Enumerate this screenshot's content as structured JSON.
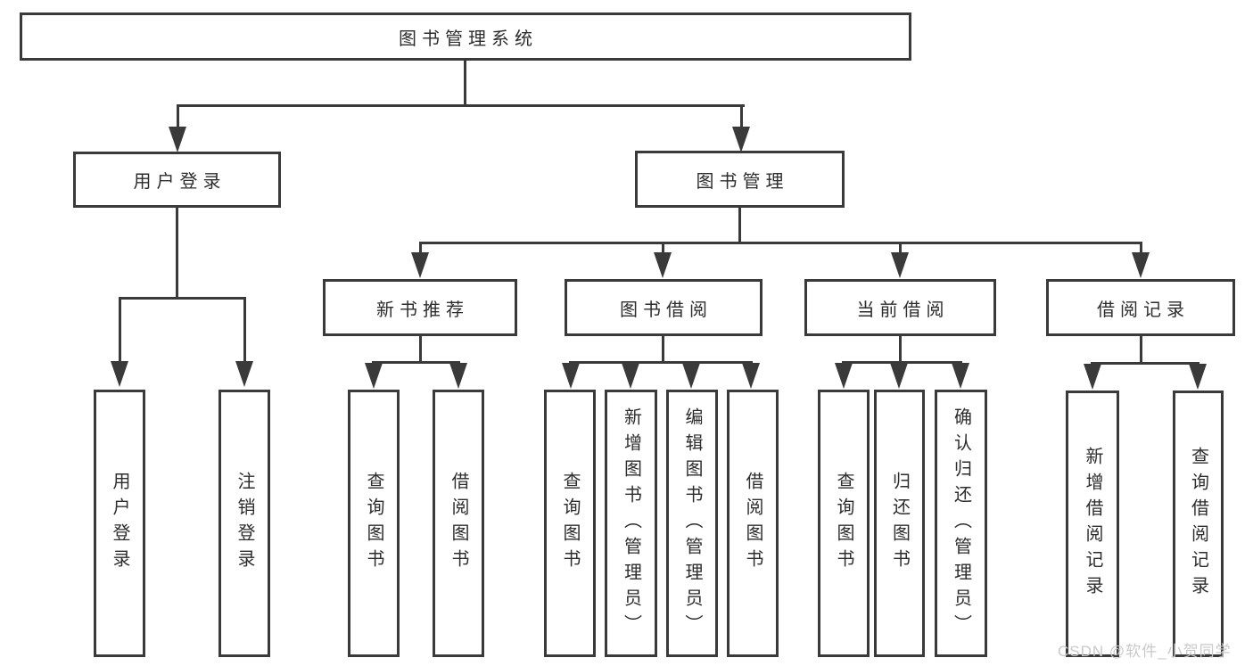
{
  "nodes": {
    "root": "图书管理系统",
    "login": "用户登录",
    "mgmt": "图书管理",
    "rec": "新书推荐",
    "borrow": "图书借阅",
    "current": "当前借阅",
    "record": "借阅记录",
    "leaf_login": "用户登录",
    "leaf_logout": "注销登录",
    "leaf_rec_query": "查询图书",
    "leaf_rec_borrow": "借阅图书",
    "leaf_bor_query": "查询图书",
    "leaf_bor_add": "新增图书（管理员）",
    "leaf_bor_edit": "编辑图书（管理员）",
    "leaf_bor_borrow": "借阅图书",
    "leaf_cur_query": "查询图书",
    "leaf_cur_return": "归还图书",
    "leaf_cur_confirm": "确认归还（管理员）",
    "leaf_rcd_add": "新增借阅记录",
    "leaf_rcd_query": "查询借阅记录"
  },
  "colors": {
    "line": "#3a3a3a",
    "text": "#2d2d2d",
    "watermark": "#c9c9c9"
  },
  "watermark": "CSDN @软件_小贺同学"
}
